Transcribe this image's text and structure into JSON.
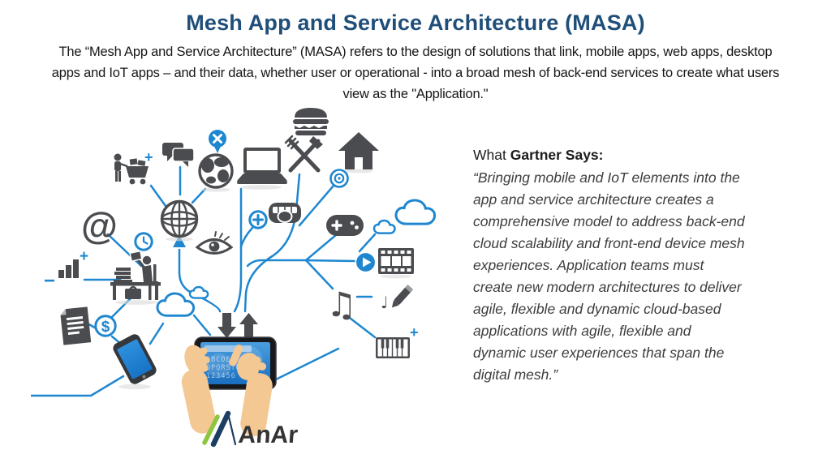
{
  "slide": {
    "title": "Mesh App and Service Architecture (MASA)",
    "intro_lines": [
      "The “Mesh App and Service Architecture” (MASA) refers to the design of solutions that link, mobile apps, web apps, desktop",
      "apps and IoT apps – and their data, whether user or operational - into a broad mesh of back-end services to create what users",
      "view as the \"Application.\""
    ],
    "gartner": {
      "heading_prefix": "What ",
      "heading_emphasis": "Gartner Says:",
      "quote_lines": [
        "“Bringing mobile and IoT elements into the",
        "app and service architecture creates a",
        "comprehensive model to address back-end",
        "cloud scalability and front-end device mesh",
        "experiences. Application teams must",
        "create new modern architectures to deliver",
        "agile, flexible and dynamic cloud-based",
        "applications with agile, flexible and",
        "dynamic user experiences that span the",
        "digital mesh.”"
      ]
    },
    "tablet": {
      "screen_rows": [
        "ABCDEFG",
        "OPQRSTU",
        "123456"
      ]
    },
    "logo": {
      "text": "AnAr"
    },
    "colors": {
      "title": "#1F4E79",
      "line_blue": "#1E87D0",
      "icon_gray": "#4A4C4F",
      "quote_text": "#3D3D3D",
      "logo_green": "#8DC63F",
      "logo_navy": "#1C3E63",
      "hand_skin": "#F4C893",
      "screen_blue": "#2F86D4"
    },
    "illustration_icon_names": [
      "shopping-cart-person",
      "chat-bubbles",
      "x-map-pin",
      "earth-globe",
      "laptop",
      "burger",
      "crossed-utensils",
      "house",
      "target",
      "wireframe-globe",
      "plus-circle",
      "mouth-tongue",
      "eye",
      "at-symbol",
      "clock",
      "bar-chart",
      "person-at-desk",
      "cloud",
      "document",
      "dollar-circle",
      "smartphone",
      "gamepad",
      "play-button",
      "film-strip",
      "music-notes",
      "pencil-note",
      "piano-keyboard",
      "down-up-arrows",
      "tablet-with-hands"
    ]
  }
}
